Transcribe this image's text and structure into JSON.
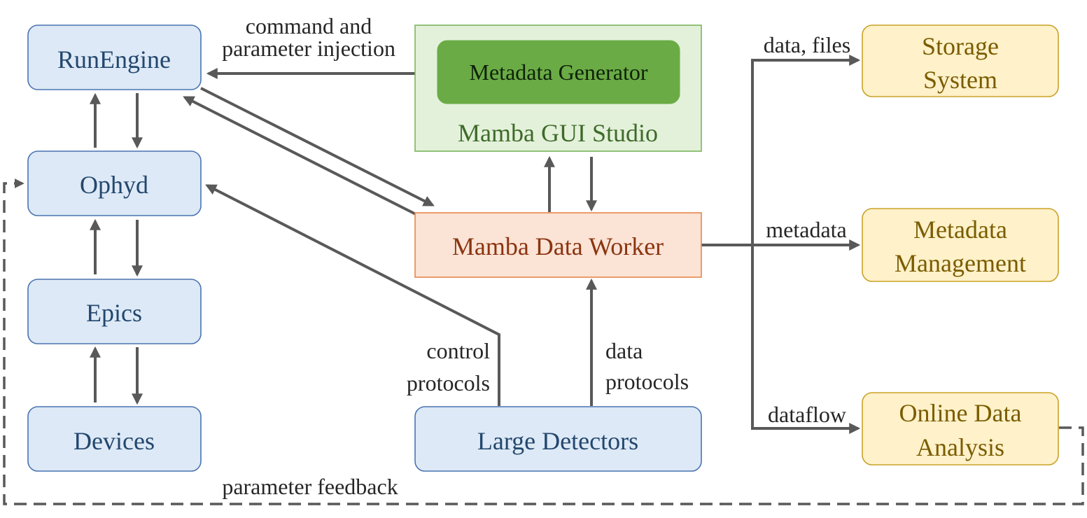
{
  "nodes": {
    "runengine": "RunEngine",
    "ophyd": "Ophyd",
    "epics": "Epics",
    "devices": "Devices",
    "metadata_generator": "Metadata Generator",
    "gui_studio": "Mamba GUI Studio",
    "data_worker": "Mamba Data Worker",
    "large_detectors": "Large Detectors",
    "storage": [
      "Storage",
      "System"
    ],
    "metadata_mgmt": [
      "Metadata",
      "Management"
    ],
    "online_analysis": [
      "Online Data",
      "Analysis"
    ]
  },
  "edge_labels": {
    "command": [
      "command and",
      "parameter injection"
    ],
    "data_files": "data, files",
    "metadata": "metadata",
    "dataflow": "dataflow",
    "control": [
      "control",
      "protocols"
    ],
    "data_protocols": [
      "data",
      "protocols"
    ],
    "feedback": "parameter feedback"
  },
  "colors": {
    "blue_fill": "#dde9f6",
    "yellow_fill": "#fff1c9",
    "green_fill": "#e3f1da",
    "dark_green_fill": "#6aab45",
    "orange_fill": "#fbe3d6",
    "arrow": "#595959"
  }
}
